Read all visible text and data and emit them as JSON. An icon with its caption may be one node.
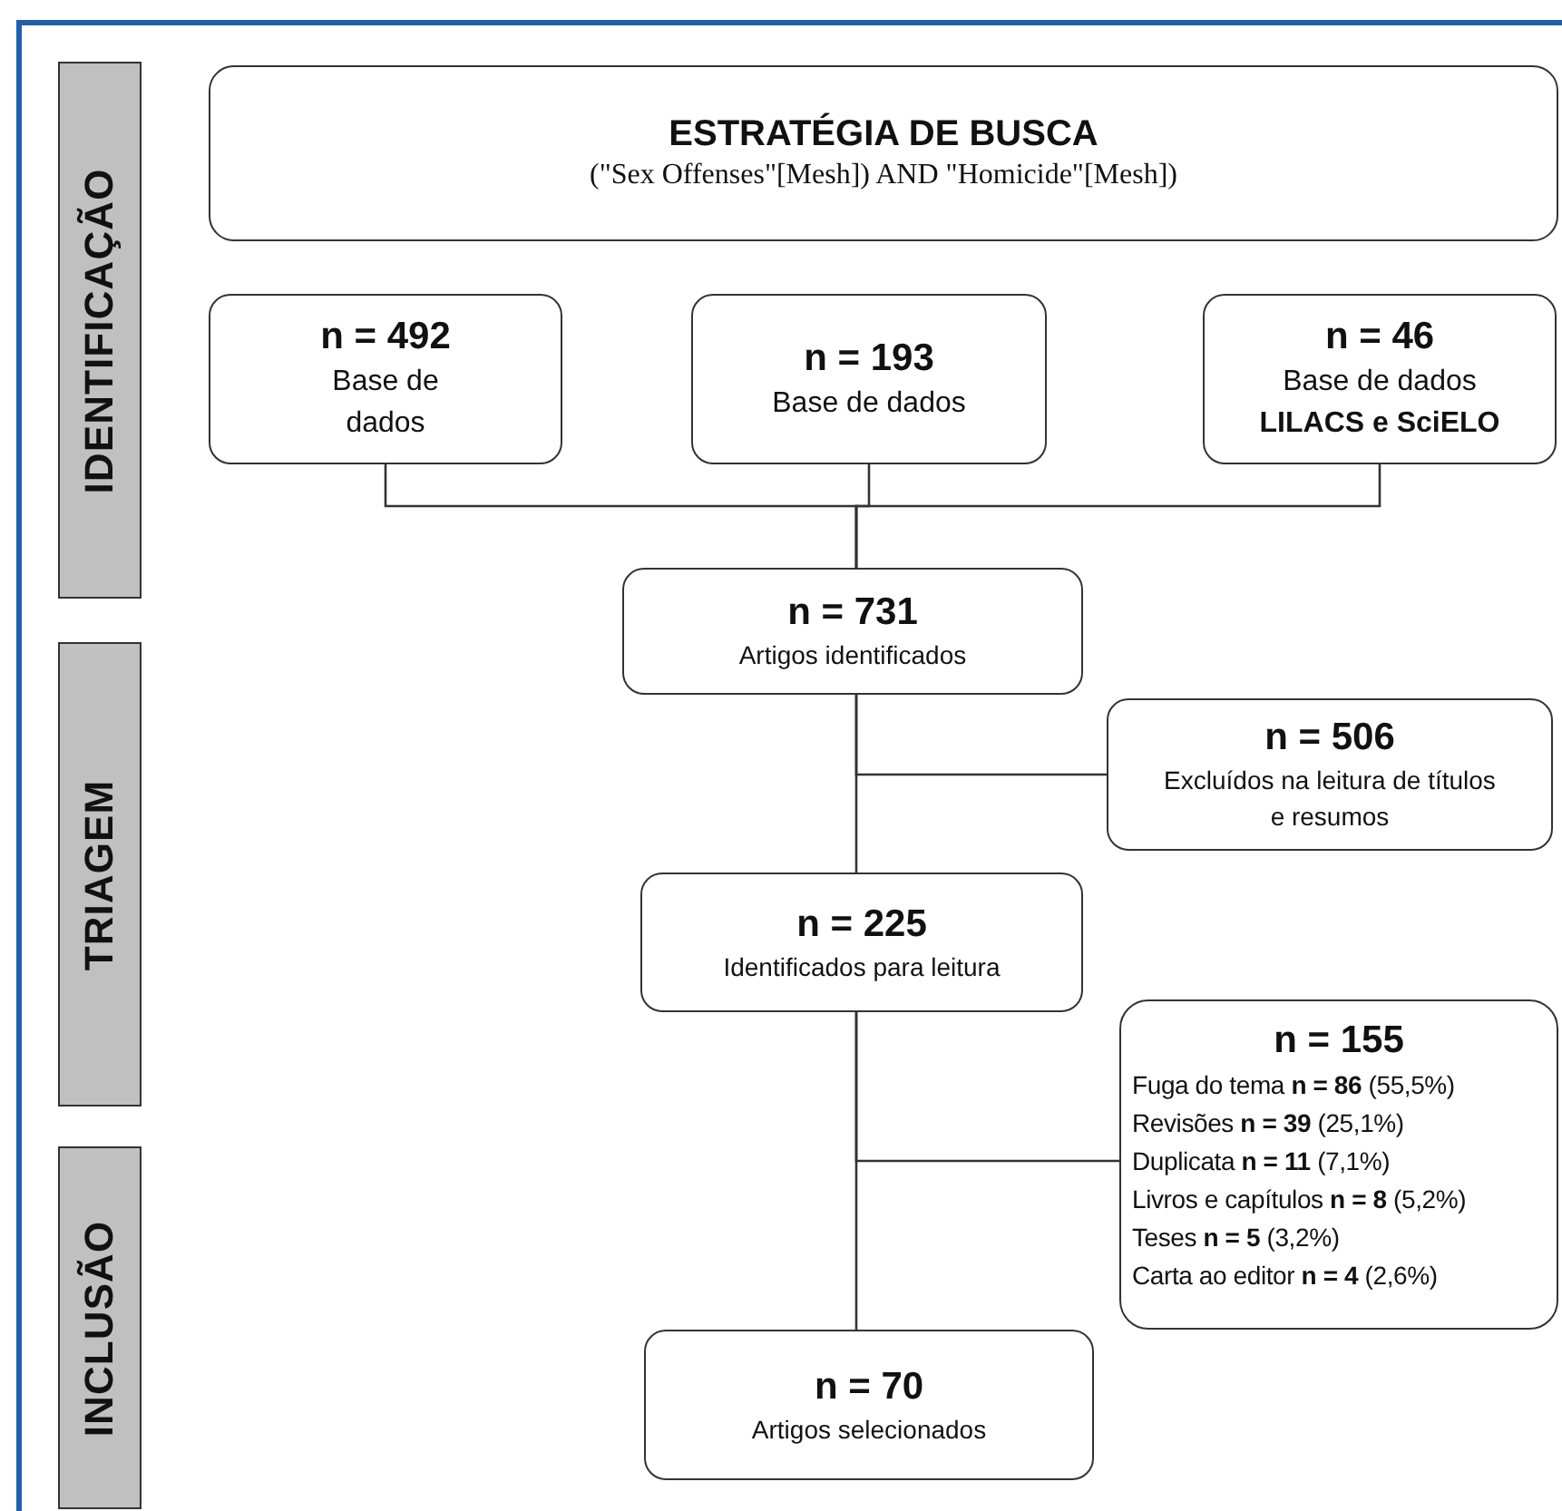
{
  "diagram": {
    "nodes": [
      {
        "text": [
          "IDENTIFICAÇÃO"
        ]
      },
      {
        "text": [
          "TRIAGEM"
        ]
      },
      {
        "text": [
          "INCLUSÃO"
        ]
      },
      {
        "text": [
          "ESTRATÉGIA DE BUSCA",
          "(\"Sex Offenses\"[Mesh]) AND \"Homicide\"[Mesh])"
        ]
      },
      {
        "text": [
          "n = 492",
          "Base de dados"
        ]
      },
      {
        "text": [
          "n = 193",
          "Base de dados"
        ]
      },
      {
        "text": [
          "n = 46",
          "Base de dados",
          "LILACS e SciELO"
        ]
      },
      {
        "text": [
          "n = 731",
          "Artigos identificados"
        ]
      },
      {
        "text": [
          "n = 506",
          "Excluídos na leitura de títulos e resumos"
        ]
      },
      {
        "text": [
          "n = 225",
          "Identificados para leitura"
        ]
      },
      {
        "text": [
          "n = 155",
          "Fuga do tema **n = 86** (55,5%)",
          "Revisões **n = 39** (25,1%)",
          "Duplicata **n = 11** (7,1%)",
          "Livros e capítulos **n = 8** (5,2%)",
          "Teses **n = 5** (3,2%)",
          "Carta ao editor **n = 4** (2,6%)"
        ]
      },
      {
        "text": [
          "n = 70",
          "Artigos selecionados"
        ]
      }
    ],
    "edges": [
      {
        "from": 4,
        "to": 7,
        "arrow": "none"
      },
      {
        "from": 5,
        "to": 7,
        "arrow": "none"
      },
      {
        "from": 6,
        "to": 7,
        "arrow": "none"
      },
      {
        "from": 7,
        "to": 9,
        "arrow": "none"
      },
      {
        "from": 7,
        "to": 8,
        "arrow": "none"
      },
      {
        "from": 9,
        "to": 11,
        "arrow": "none"
      },
      {
        "from": 9,
        "to": 10,
        "arrow": "none"
      }
    ]
  }
}
